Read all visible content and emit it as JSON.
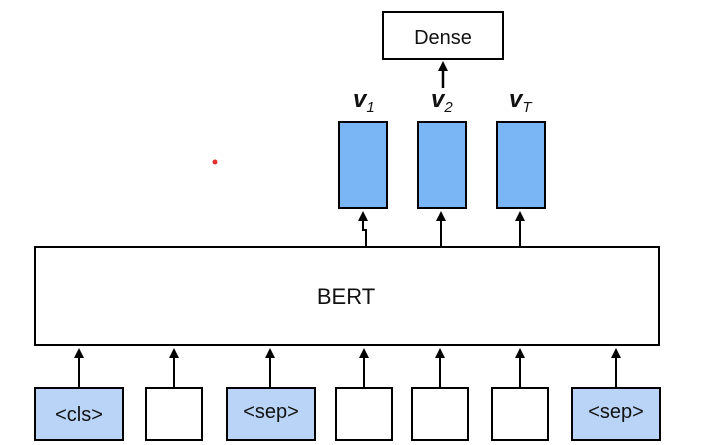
{
  "diagram": {
    "dense_label": "Dense",
    "bert_label": "BERT",
    "outputs": [
      {
        "symbol": "v",
        "subscript": "1"
      },
      {
        "symbol": "v",
        "subscript": "2"
      },
      {
        "symbol": "v",
        "subscript": "T"
      }
    ],
    "inputs": [
      {
        "label": "<cls>",
        "highlighted": true
      },
      {
        "label": "",
        "highlighted": false
      },
      {
        "label": "<sep>",
        "highlighted": true
      },
      {
        "label": "",
        "highlighted": false
      },
      {
        "label": "",
        "highlighted": false
      },
      {
        "label": "",
        "highlighted": false
      },
      {
        "label": "<sep>",
        "highlighted": true
      }
    ],
    "colors": {
      "stroke": "#000000",
      "output_fill": "#7ab6f5",
      "input_highlight_fill": "#b9d4f7",
      "input_plain_fill": "#ffffff",
      "marker_dot": "#e03030"
    }
  }
}
